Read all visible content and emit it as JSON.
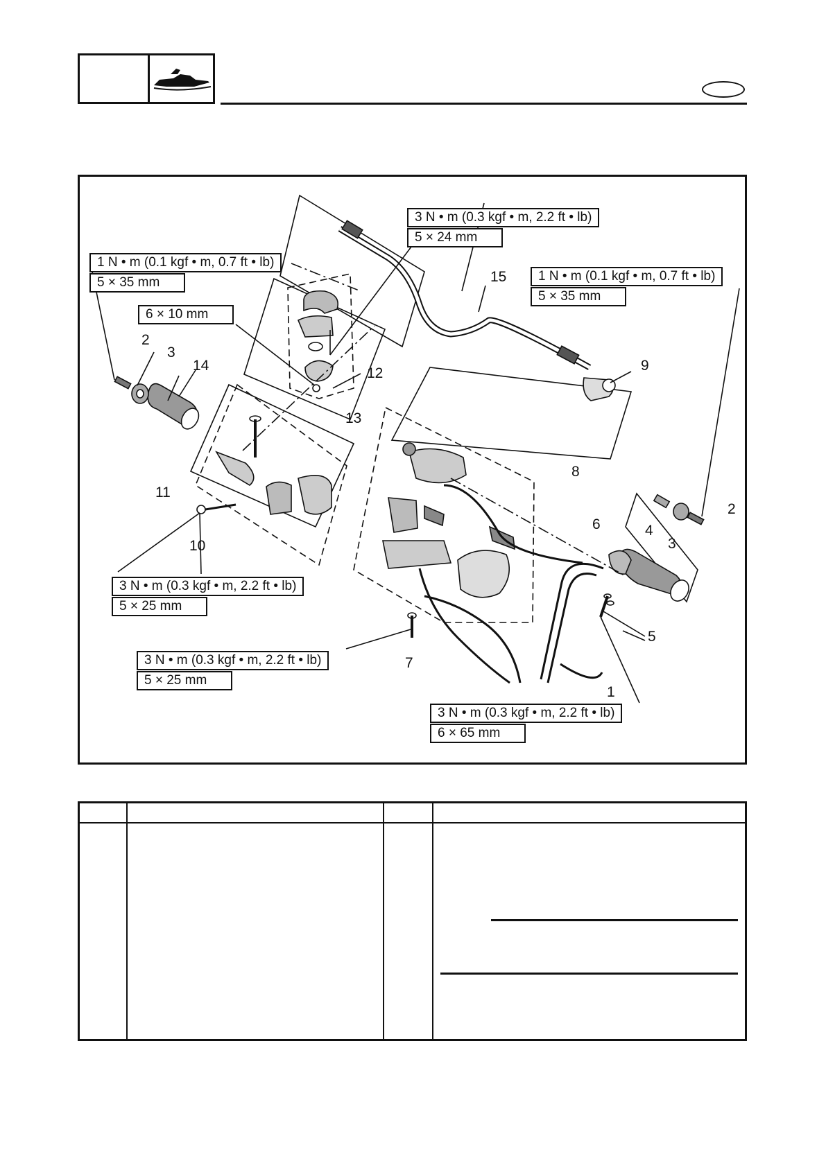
{
  "header": {
    "section_icon": "jet-ski-icon"
  },
  "specs": {
    "s1": {
      "torque": "3 N • m (0.3 kgf • m, 2.2 ft • lb)",
      "size": "5 × 24 mm"
    },
    "s2": {
      "torque": "1 N • m (0.1 kgf • m, 0.7 ft • lb)",
      "size": "5 × 35 mm"
    },
    "s3": {
      "size": "6 × 10 mm"
    },
    "s4": {
      "torque": "1 N • m (0.1 kgf • m, 0.7 ft • lb)",
      "size": "5 × 35 mm"
    },
    "s5": {
      "torque": "3 N • m (0.3 kgf • m, 2.2 ft • lb)",
      "size": "5 × 25 mm"
    },
    "s6": {
      "torque": "3 N • m (0.3 kgf • m, 2.2 ft • lb)",
      "size": "5 × 25 mm"
    },
    "s7": {
      "torque": "3 N • m (0.3 kgf • m, 2.2 ft • lb)",
      "size": "6 × 65 mm"
    }
  },
  "callouts": {
    "c2a": "2",
    "c3a": "3",
    "c14": "14",
    "c15": "15",
    "c12": "12",
    "c13": "13",
    "c9": "9",
    "c8": "8",
    "c11": "11",
    "c10": "10",
    "c2b": "2",
    "c4": "4",
    "c3b": "3",
    "c6": "6",
    "c5": "5",
    "c7": "7",
    "c1": "1"
  }
}
